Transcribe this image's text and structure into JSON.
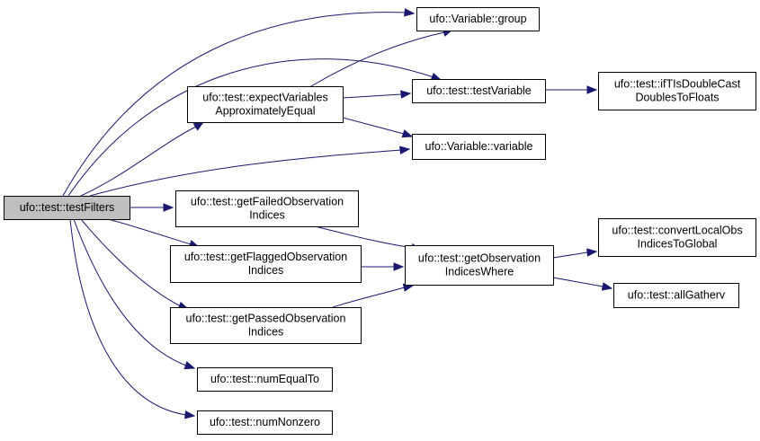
{
  "graph": {
    "edge_color": "#191970",
    "root_fill": "#bfbfbf",
    "nodes": [
      {
        "id": "testFilters",
        "lines": [
          "ufo::test::testFilters"
        ],
        "root": true
      },
      {
        "id": "variableGroup",
        "lines": [
          "ufo::Variable::group"
        ]
      },
      {
        "id": "expectVarsApprox",
        "lines": [
          "ufo::test::expectVariables",
          "ApproximatelyEqual"
        ]
      },
      {
        "id": "testVariable",
        "lines": [
          "ufo::test::testVariable"
        ]
      },
      {
        "id": "ifTIsDoubleCast",
        "lines": [
          "ufo::test::ifTIsDoubleCast",
          "DoublesToFloats"
        ]
      },
      {
        "id": "variableVariable",
        "lines": [
          "ufo::Variable::variable"
        ]
      },
      {
        "id": "getFailed",
        "lines": [
          "ufo::test::getFailedObservation",
          "Indices"
        ]
      },
      {
        "id": "getFlagged",
        "lines": [
          "ufo::test::getFlaggedObservation",
          "Indices"
        ]
      },
      {
        "id": "getObsWhere",
        "lines": [
          "ufo::test::getObservation",
          "IndicesWhere"
        ]
      },
      {
        "id": "convertLocalObs",
        "lines": [
          "ufo::test::convertLocalObs",
          "IndicesToGlobal"
        ]
      },
      {
        "id": "allGatherv",
        "lines": [
          "ufo::test::allGatherv"
        ]
      },
      {
        "id": "getPassed",
        "lines": [
          "ufo::test::getPassedObservation",
          "Indices"
        ]
      },
      {
        "id": "numEqualTo",
        "lines": [
          "ufo::test::numEqualTo"
        ]
      },
      {
        "id": "numNonzero",
        "lines": [
          "ufo::test::numNonzero"
        ]
      }
    ],
    "edges": [
      {
        "from": "testFilters",
        "to": "variableGroup"
      },
      {
        "from": "testFilters",
        "to": "testVariable"
      },
      {
        "from": "testFilters",
        "to": "expectVarsApprox"
      },
      {
        "from": "testFilters",
        "to": "variableVariable"
      },
      {
        "from": "testFilters",
        "to": "getFailed"
      },
      {
        "from": "testFilters",
        "to": "getFlagged"
      },
      {
        "from": "testFilters",
        "to": "getPassed"
      },
      {
        "from": "testFilters",
        "to": "numEqualTo"
      },
      {
        "from": "testFilters",
        "to": "numNonzero"
      },
      {
        "from": "expectVarsApprox",
        "to": "variableGroup"
      },
      {
        "from": "expectVarsApprox",
        "to": "testVariable"
      },
      {
        "from": "expectVarsApprox",
        "to": "variableVariable"
      },
      {
        "from": "testVariable",
        "to": "ifTIsDoubleCast"
      },
      {
        "from": "getFailed",
        "to": "getObsWhere"
      },
      {
        "from": "getFlagged",
        "to": "getObsWhere"
      },
      {
        "from": "getPassed",
        "to": "getObsWhere"
      },
      {
        "from": "getObsWhere",
        "to": "convertLocalObs"
      },
      {
        "from": "getObsWhere",
        "to": "allGatherv"
      }
    ]
  }
}
